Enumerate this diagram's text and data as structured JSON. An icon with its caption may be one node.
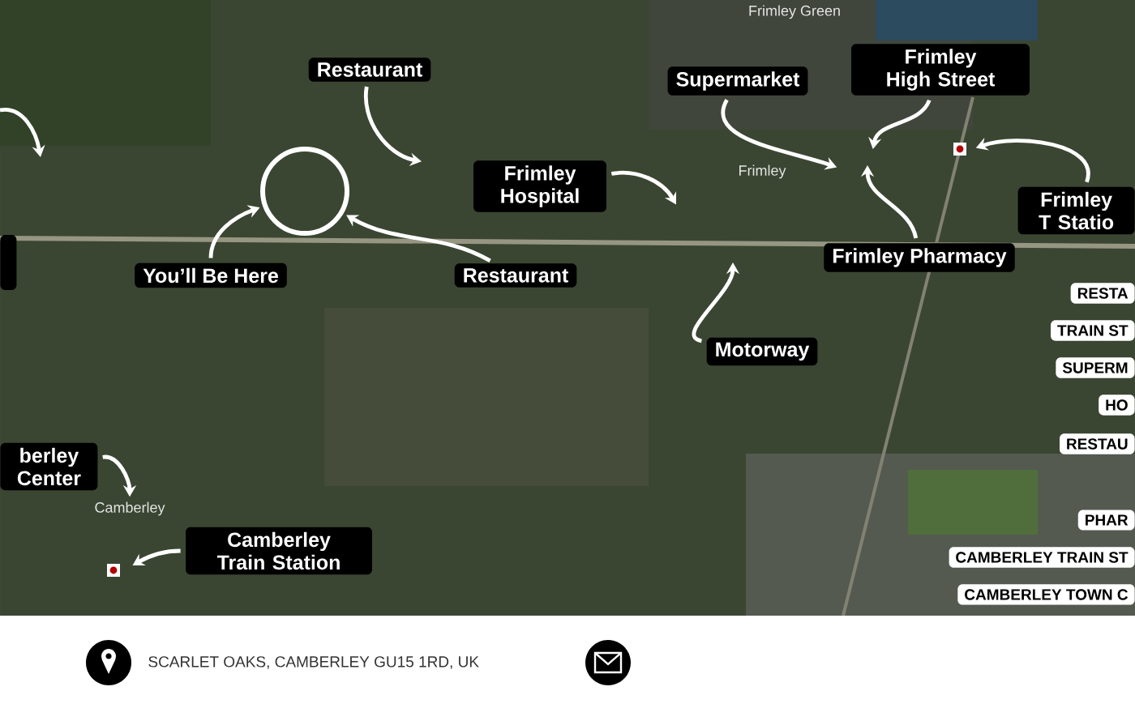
{
  "diagram": {
    "nodes": [
      {
        "text": [
          "Restaurant"
        ]
      },
      {
        "text": [
          "Supermarket"
        ]
      },
      {
        "text": [
          "Frimley High Street"
        ]
      },
      {
        "text": [],
        "shape": "circle"
      },
      {
        "text": [
          "Frimley Hospital"
        ]
      },
      {
        "text": [
          "Frimley T Statio"
        ]
      },
      {
        "text": [
          "You’ll Be Here"
        ]
      },
      {
        "text": [
          "Restaurant"
        ]
      },
      {
        "text": [
          "Frimley Pharmacy"
        ]
      },
      {
        "text": [
          "Motorway"
        ]
      },
      {
        "text": [
          "RESTA"
        ]
      },
      {
        "text": [
          "TRAIN ST"
        ]
      },
      {
        "text": [
          "SUPERM"
        ]
      },
      {
        "text": [
          "HO"
        ]
      },
      {
        "text": [
          "RESTAU"
        ]
      },
      {
        "text": [
          "berley Center"
        ]
      },
      {
        "text": [
          "PHAR"
        ]
      },
      {
        "text": [
          "Camberley Train Station"
        ]
      },
      {
        "text": [
          "CAMBERLEY TRAIN ST"
        ]
      },
      {
        "text": [
          "CAMBERLEY TOWN C"
        ]
      },
      {
        "text": [],
        "shape": "box"
      },
      {
        "text": [
          "Camberley"
        ]
      }
    ],
    "edges": [
      {
        "from": 0,
        "to": null,
        "arrow": "to"
      },
      {
        "from": 1,
        "to": null,
        "arrow": "to"
      },
      {
        "from": 2,
        "to": null,
        "arrow": "to"
      },
      {
        "from": 4,
        "to": null,
        "arrow": "to"
      },
      {
        "from": 5,
        "to": null,
        "arrow": "to"
      },
      {
        "from": 6,
        "to": 3,
        "arrow": "to"
      },
      {
        "from": 7,
        "to": 3,
        "arrow": "to"
      },
      {
        "from": 8,
        "to": null,
        "arrow": "to"
      },
      {
        "from": 9,
        "to": null,
        "arrow": "to"
      },
      {
        "from": 15,
        "to": 21,
        "arrow": "to"
      },
      {
        "from": 17,
        "to": null,
        "arrow": "to"
      }
    ],
    "labels": [
      "Frimley Green",
      "Frimley",
      "SCARLET OAKS, CAMBERLEY GU15 1RD, UK"
    ]
  }
}
